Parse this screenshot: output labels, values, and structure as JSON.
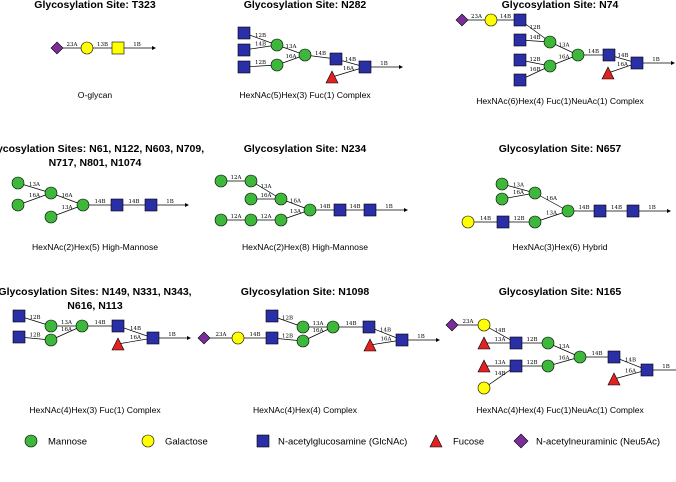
{
  "colors": {
    "mannose": "#3db83a",
    "galactose": "#ffff00",
    "glcnac": "#2b2fa5",
    "fucose": "#e02222",
    "neu5ac": "#7b2d9a"
  },
  "panels": [
    {
      "id": "t323",
      "title_lines": [
        "Glycosylation Site: T323"
      ],
      "caption": "O-glycan",
      "nodes": [
        {
          "id": "n1",
          "type": "neu5ac"
        },
        {
          "id": "n2",
          "type": "galactose"
        },
        {
          "id": "n3",
          "type": "galnac"
        }
      ],
      "edges": [
        {
          "from": "n1",
          "to": "n2",
          "label": "23A"
        },
        {
          "from": "n2",
          "to": "n3",
          "label": "13B"
        },
        {
          "from": "n3",
          "to": "arrow",
          "label": "1B"
        }
      ]
    },
    {
      "id": "n282",
      "title_lines": [
        "Glycosylation Site: N282"
      ],
      "caption": "HexNAc(5)Hex(3) Fuc(1) Complex",
      "edges_labels": [
        "12B",
        "14B",
        "12B",
        "13A",
        "16A",
        "14B",
        "14B",
        "16A",
        "1B"
      ]
    },
    {
      "id": "n74",
      "title_lines": [
        "Glycosylation Site: N74"
      ],
      "caption": "HexNAc(6)Hex(4) Fuc(1)NeuAc(1) Complex",
      "edges_labels": [
        "23A",
        "14B",
        "12B",
        "14B",
        "13A",
        "12B",
        "16B",
        "16A",
        "14B",
        "14B",
        "16A",
        "1B"
      ]
    },
    {
      "id": "n61",
      "title_lines": [
        "Glycosylation Sites: N61, N122, N603, N709,",
        "N717, N801, N1074"
      ],
      "caption": "HexNAc(2)Hex(5) High-Mannose",
      "edges_labels": [
        "13A",
        "16A",
        "16A",
        "13A",
        "14B",
        "14B",
        "1B"
      ]
    },
    {
      "id": "n234",
      "title_lines": [
        "Glycosylation Site: N234"
      ],
      "caption": "HexNAc(2)Hex(8) High-Mannose",
      "edges_labels": [
        "12A",
        "13A",
        "12A",
        "16A",
        "12A",
        "12A",
        "13A",
        "14B",
        "14B",
        "1B"
      ]
    },
    {
      "id": "n657",
      "title_lines": [
        "Glycosylation Site: N657"
      ],
      "caption": "HexNAc(3)Hex(6) Hybrid",
      "edges_labels": [
        "13A",
        "16A",
        "16A",
        "13A",
        "14B",
        "12B",
        "14B",
        "14B",
        "1B"
      ]
    },
    {
      "id": "n149",
      "title_lines": [
        "Glycosylation Sites: N149, N331, N343,",
        "N616, N113"
      ],
      "caption": "HexNAc(4)Hex(3) Fuc(1) Complex",
      "edges_labels": [
        "12B",
        "13A",
        "12B",
        "16A",
        "14B",
        "14B",
        "16A",
        "1B"
      ]
    },
    {
      "id": "n1098",
      "title_lines": [
        "Glycosylation Site: N1098"
      ],
      "caption": "HexNAc(4)Hex(4) Complex",
      "edges_labels": [
        "12B",
        "13A",
        "23A",
        "14B",
        "12B",
        "16A",
        "14B",
        "14B",
        "16A",
        "1B"
      ]
    },
    {
      "id": "n165",
      "title_lines": [
        "Glycosylation Site: N165"
      ],
      "caption": "HexNAc(4)Hex(4) Fuc(1)NeuAc(1) Complex",
      "edges_labels": [
        "23A",
        "14B",
        "13A",
        "12B",
        "13A",
        "13A",
        "14B",
        "12B",
        "16A",
        "14B",
        "14B",
        "16A",
        "1B"
      ]
    }
  ],
  "legend": [
    {
      "type": "mannose",
      "label": "Mannose",
      "icon": "circle"
    },
    {
      "type": "galactose",
      "label": "Galactose",
      "icon": "circle"
    },
    {
      "type": "glcnac",
      "label": "N-acetylglucosamine (GlcNAc)",
      "icon": "square"
    },
    {
      "type": "fucose",
      "label": "Fucose",
      "icon": "triangle"
    },
    {
      "type": "neu5ac",
      "label": "N-acetylneuraminic (Neu5Ac)",
      "icon": "diamond"
    }
  ]
}
